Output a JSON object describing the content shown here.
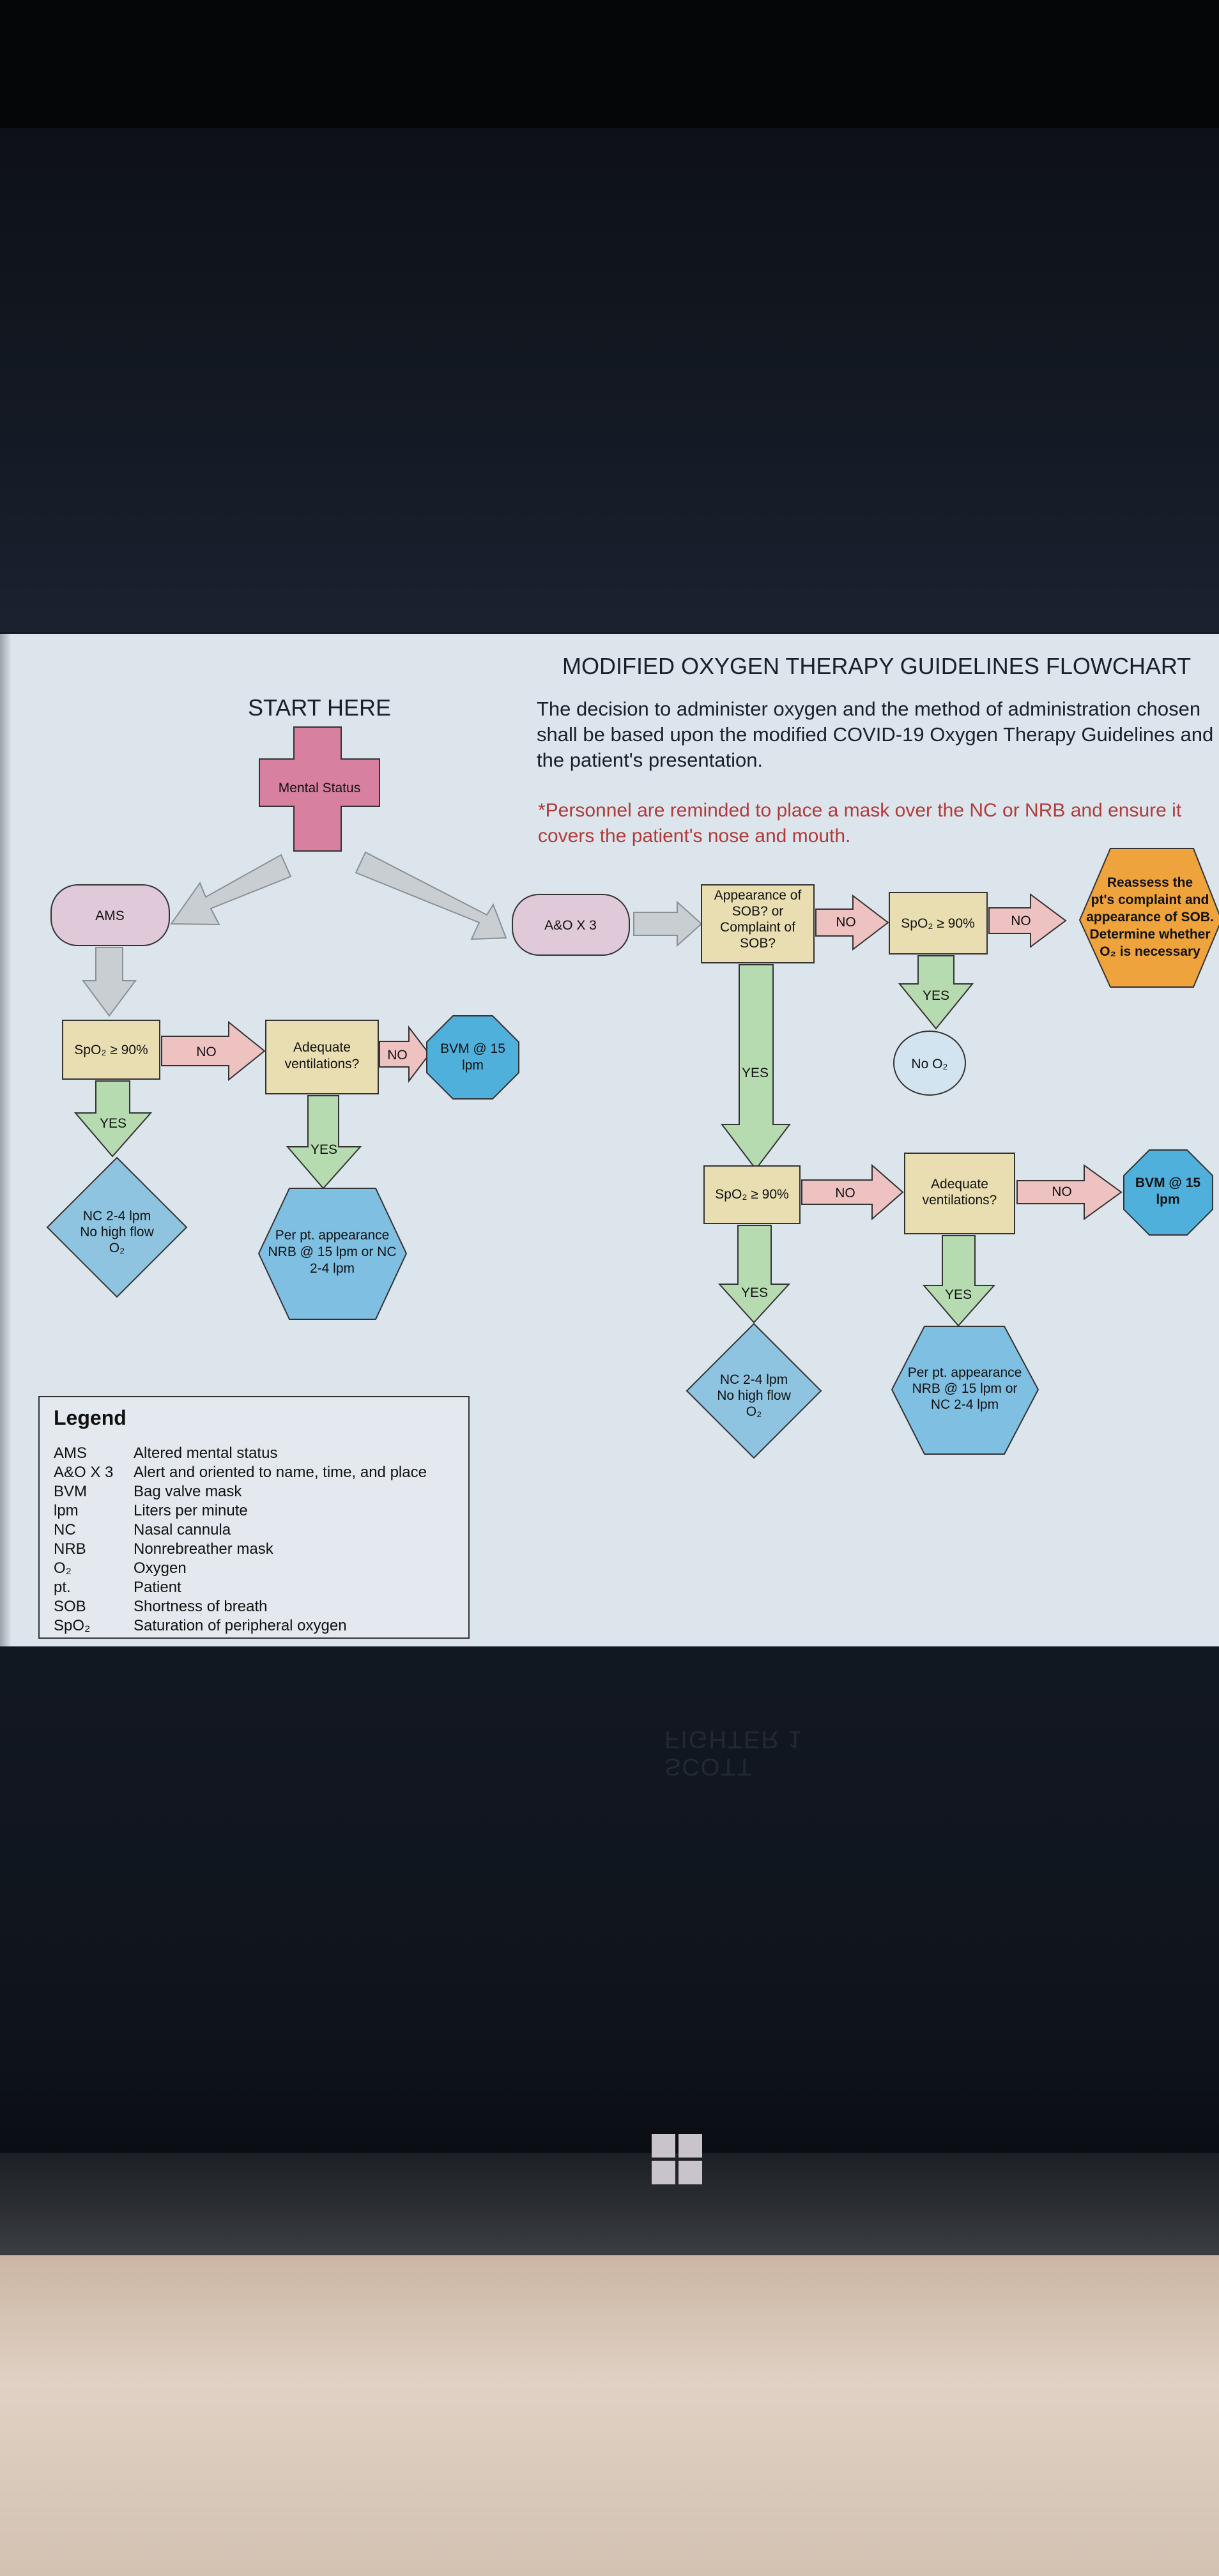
{
  "header": {
    "title": "MODIFIED OXYGEN THERAPY GUIDELINES FLOWCHART",
    "intro_line1": "The decision to administer oxygen and the method of administration chosen",
    "intro_line2": "shall be based upon the modified COVID-19 Oxygen Therapy Guidelines and",
    "intro_line3": "the patient's presentation.",
    "note_line1": "*Personnel are reminded to place a mask over the NC or NRB and ensure it",
    "note_line2": "covers the patient's nose and mouth."
  },
  "start": {
    "label": "START HERE",
    "node": "Mental Status"
  },
  "left_branch": {
    "ams": "AMS",
    "spo2": "SpO₂ ≥ 90%",
    "no1": "NO",
    "adequate_line1": "Adequate",
    "adequate_line2": "ventilations?",
    "no2": "NO",
    "bvm_line1": "BVM @ 15",
    "bvm_line2": "lpm",
    "yes1": "YES",
    "yes2": "YES",
    "nc_line1": "NC  2-4 lpm",
    "nc_line2": "No high flow",
    "nc_line3": "O₂",
    "perpt_line1": "Per pt. appearance",
    "perpt_line2": "NRB @ 15 lpm  or NC",
    "perpt_line3": "2-4 lpm"
  },
  "right_branch": {
    "aox3": "A&O X 3",
    "sob_line1": "Appearance of",
    "sob_line2": "SOB? or",
    "sob_line3": "Complaint of",
    "sob_line4": "SOB?",
    "no1": "NO",
    "spo2_top": "SpO₂ ≥ 90%",
    "no2": "NO",
    "reassess_line1": "Reassess  the",
    "reassess_line2": "pt's complaint and",
    "reassess_line3": "appearance of SOB.",
    "reassess_line4": "Determine whether",
    "reassess_line5": "O₂ is necessary",
    "yes_top": "YES",
    "no_o2": "No O₂",
    "yes_down": "YES",
    "spo2_bottom": "SpO₂ ≥ 90%",
    "no3": "NO",
    "adequate_line1": "Adequate",
    "adequate_line2": "ventilations?",
    "no4": "NO",
    "bvm_line1": "BVM @ 15",
    "bvm_line2": "lpm",
    "yes3": "YES",
    "yes4": "YES",
    "nc_line1": "NC  2-4 lpm",
    "nc_line2": "No high flow",
    "nc_line3": "O₂",
    "perpt_line1": "Per pt. appearance",
    "perpt_line2": "NRB @ 15 lpm  or",
    "perpt_line3": "NC 2-4 lpm"
  },
  "legend": {
    "title": "Legend",
    "items": [
      {
        "abbr": "AMS",
        "meaning": "Altered mental status"
      },
      {
        "abbr": "A&O X 3",
        "meaning": "Alert and oriented to name, time, and place"
      },
      {
        "abbr": "BVM",
        "meaning": "Bag valve mask"
      },
      {
        "abbr": "lpm",
        "meaning": "Liters per minute"
      },
      {
        "abbr": "NC",
        "meaning": "Nasal cannula"
      },
      {
        "abbr": "NRB",
        "meaning": "Nonrebreather mask"
      },
      {
        "abbr": "O₂",
        "meaning": "Oxygen"
      },
      {
        "abbr": "pt.",
        "meaning": "Patient"
      },
      {
        "abbr": "SOB",
        "meaning": "Shortness of breath"
      },
      {
        "abbr": "SpO₂",
        "meaning": "Saturation of peripheral oxygen"
      }
    ]
  },
  "colors": {
    "start_node": "#d7809f",
    "ams_node": "#e0c9d8",
    "decision": "#e8deb1",
    "no_arrow": "#efc2c2",
    "yes_arrow": "#b6dbb0",
    "gray_arrow": "#c9ced3",
    "octagon": "#4fb0dc",
    "diamond": "#8ec4e0",
    "hexagon": "#7fbfe2",
    "reassess": "#eea33c",
    "note_red": "#b13a3a"
  },
  "device": {
    "sticker_line1": "SCOTT",
    "sticker_line2": "FIGHTER 1"
  }
}
